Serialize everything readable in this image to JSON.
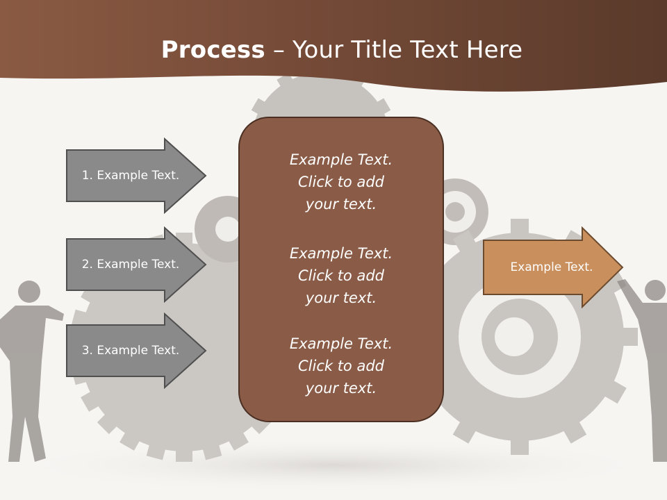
{
  "slide": {
    "title_bold": "Process",
    "title_dash": " – ",
    "title_rest": "Your Title Text Here"
  },
  "left_arrows": [
    {
      "label": "1. Example Text."
    },
    {
      "label": "2. Example Text."
    },
    {
      "label": "3. Example Text."
    }
  ],
  "center_blocks": [
    {
      "line1": "Example Text.",
      "line2": "Click  to add",
      "line3": "your text."
    },
    {
      "line1": "Example Text.",
      "line2": "Click  to add",
      "line3": "your text."
    },
    {
      "line1": "Example Text.",
      "line2": "Click  to add",
      "line3": "your text."
    }
  ],
  "right_arrow": {
    "label": "Example Text."
  },
  "colors": {
    "header_brown": "#7a4f3a",
    "box_brown": "#8a5c47",
    "arrow_gray": "#8a8a8a",
    "arrow_orange": "#c98f5c",
    "gear_gray": "#c9c5c1"
  },
  "decorations": [
    "gear-icon",
    "businessman-illustration"
  ]
}
